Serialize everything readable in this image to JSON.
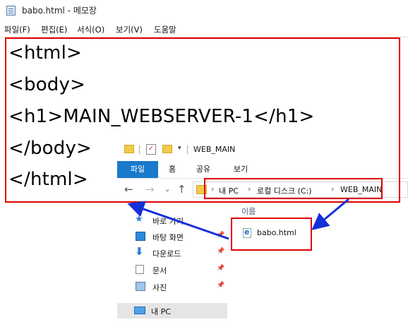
{
  "notepad": {
    "window_title": "babo.html - 메모장",
    "menu": [
      "파일(F)",
      "편집(E)",
      "서식(O)",
      "보기(V)",
      "도움말"
    ],
    "lines": [
      "<html>",
      "<body>",
      "<h1>MAIN_WEBSERVER-1</h1>",
      "</body>",
      "</html>"
    ]
  },
  "explorer": {
    "window_title": "WEB_MAIN",
    "ribbon_tabs": [
      "파일",
      "홈",
      "공유",
      "보기"
    ],
    "breadcrumb": [
      "내 PC",
      "로컬 디스크 (C:)",
      "WEB_MAIN"
    ],
    "nav_items": [
      {
        "label": "바로 가기",
        "icon": "star-icon"
      },
      {
        "label": "바탕 화면",
        "icon": "desktop-icon"
      },
      {
        "label": "다운로드",
        "icon": "download-icon"
      },
      {
        "label": "문서",
        "icon": "document-icon"
      },
      {
        "label": "사진",
        "icon": "pictures-icon"
      },
      {
        "label": "내 PC",
        "icon": "computer-icon"
      }
    ],
    "column_header": "이름",
    "file_name": "babo.html"
  },
  "annotation": {
    "highlight_color": "#e00000",
    "arrow_color": "#1530d8"
  }
}
